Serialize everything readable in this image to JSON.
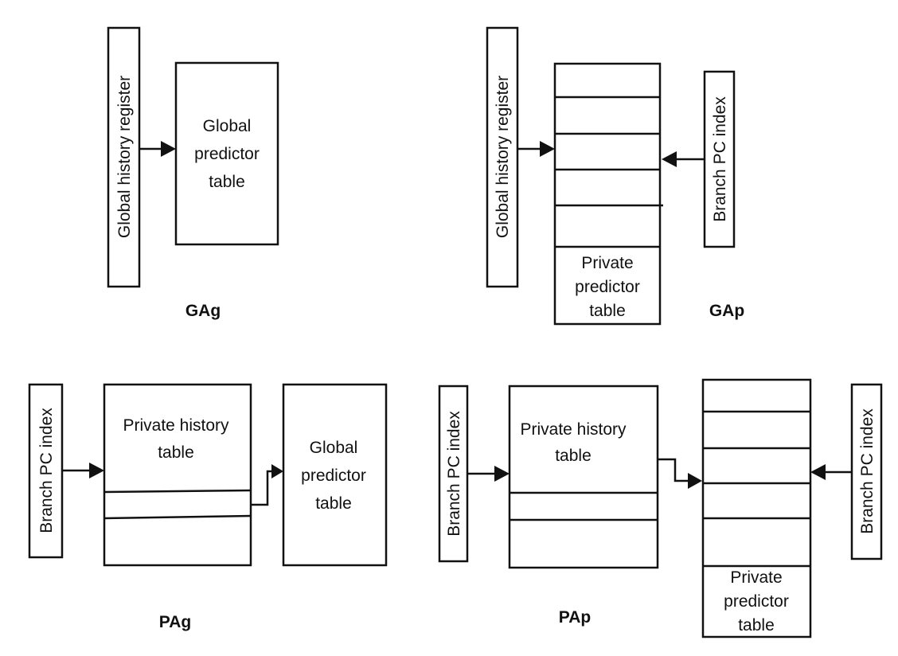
{
  "gag": {
    "register": "Global history register",
    "table": [
      "Global",
      "predictor",
      "table"
    ],
    "label": "GAg"
  },
  "gap": {
    "register": "Global history register",
    "table": [
      "Private",
      "predictor",
      "table"
    ],
    "index": "Branch PC index",
    "label": "GAp"
  },
  "pag": {
    "index": "Branch PC index",
    "history": [
      "Private history",
      "table"
    ],
    "table": [
      "Global",
      "predictor",
      "table"
    ],
    "label": "PAg"
  },
  "pap": {
    "index_left": "Branch PC index",
    "history": [
      "Private history",
      "table"
    ],
    "table": [
      "Private",
      "predictor",
      "table"
    ],
    "index_right": "Branch PC index",
    "label": "PAp"
  }
}
